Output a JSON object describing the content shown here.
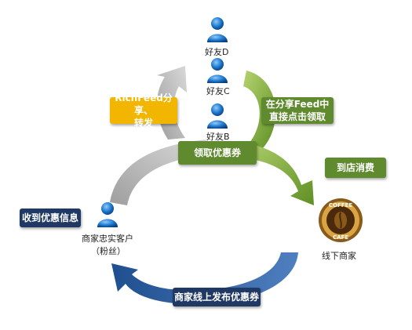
{
  "nodes": {
    "friend_d": "好友D",
    "friend_c": "好友C",
    "friend_b": "好友B",
    "customer_line1": "商家忠实客户",
    "customer_line2": "（粉丝）",
    "offline_merchant": "线下商家"
  },
  "boxes": {
    "share_line1": "RichFeed分享、",
    "share_line2": "转发",
    "claim_in_feed_line1": "在分享Feed中",
    "claim_in_feed_line2": "直接点击领取",
    "claim_coupon": "领取优惠券",
    "store_consume": "到店消费",
    "receive_info": "收到优惠信息",
    "merchant_publish": "商家线上发布优惠券"
  },
  "logo": {
    "top_text": "COFFEE",
    "bottom_text": "CAFE"
  },
  "colors": {
    "navy": "#1f3864",
    "green": "#5f8a2e",
    "yellow": "#f2b600",
    "gray_arrow": "#bdbdbd",
    "green_arrow": "#8fb74a",
    "blue_arrow": "#2e5f9e",
    "person_blue": "#1a73c9"
  },
  "icons": [
    "person-icon",
    "coffee-cafe-logo",
    "curved-arrow"
  ]
}
